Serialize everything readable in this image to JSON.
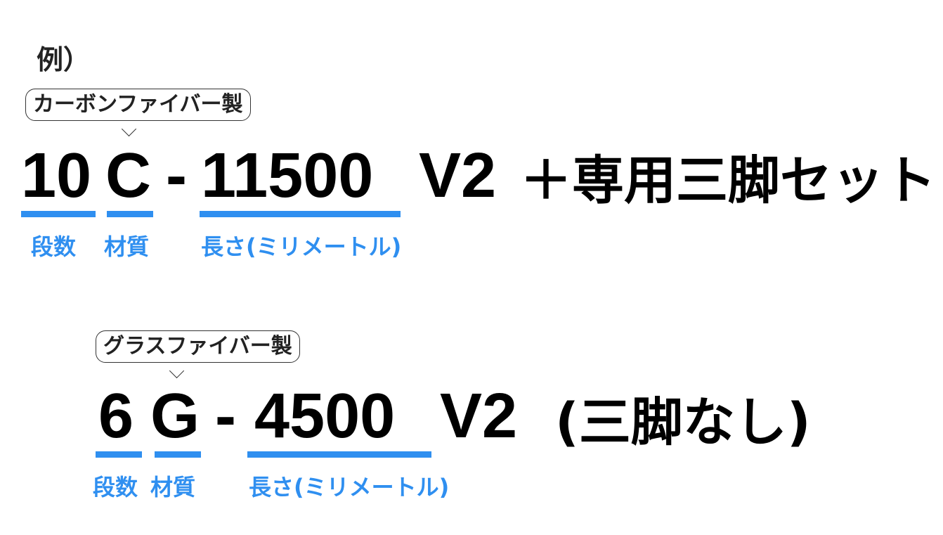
{
  "heading": "例）",
  "examples": [
    {
      "bubble": "カーボンファイバー製",
      "segments": {
        "steps": "10",
        "material": "C",
        "dash": "-",
        "length": "11500",
        "version": "V2",
        "suffix": "＋専用三脚セット"
      },
      "labels": {
        "steps": "段数",
        "material": "材質",
        "length": "長さ(ミリメートル)"
      }
    },
    {
      "bubble": "グラスファイバー製",
      "segments": {
        "steps": "6",
        "material": "G",
        "dash": "-",
        "length": "4500",
        "version": "V2",
        "suffix": "(三脚なし)"
      },
      "labels": {
        "steps": "段数",
        "material": "材質",
        "length": "長さ(ミリメートル)"
      }
    }
  ],
  "colors": {
    "accent": "#2f8ff0",
    "text": "#000000"
  }
}
